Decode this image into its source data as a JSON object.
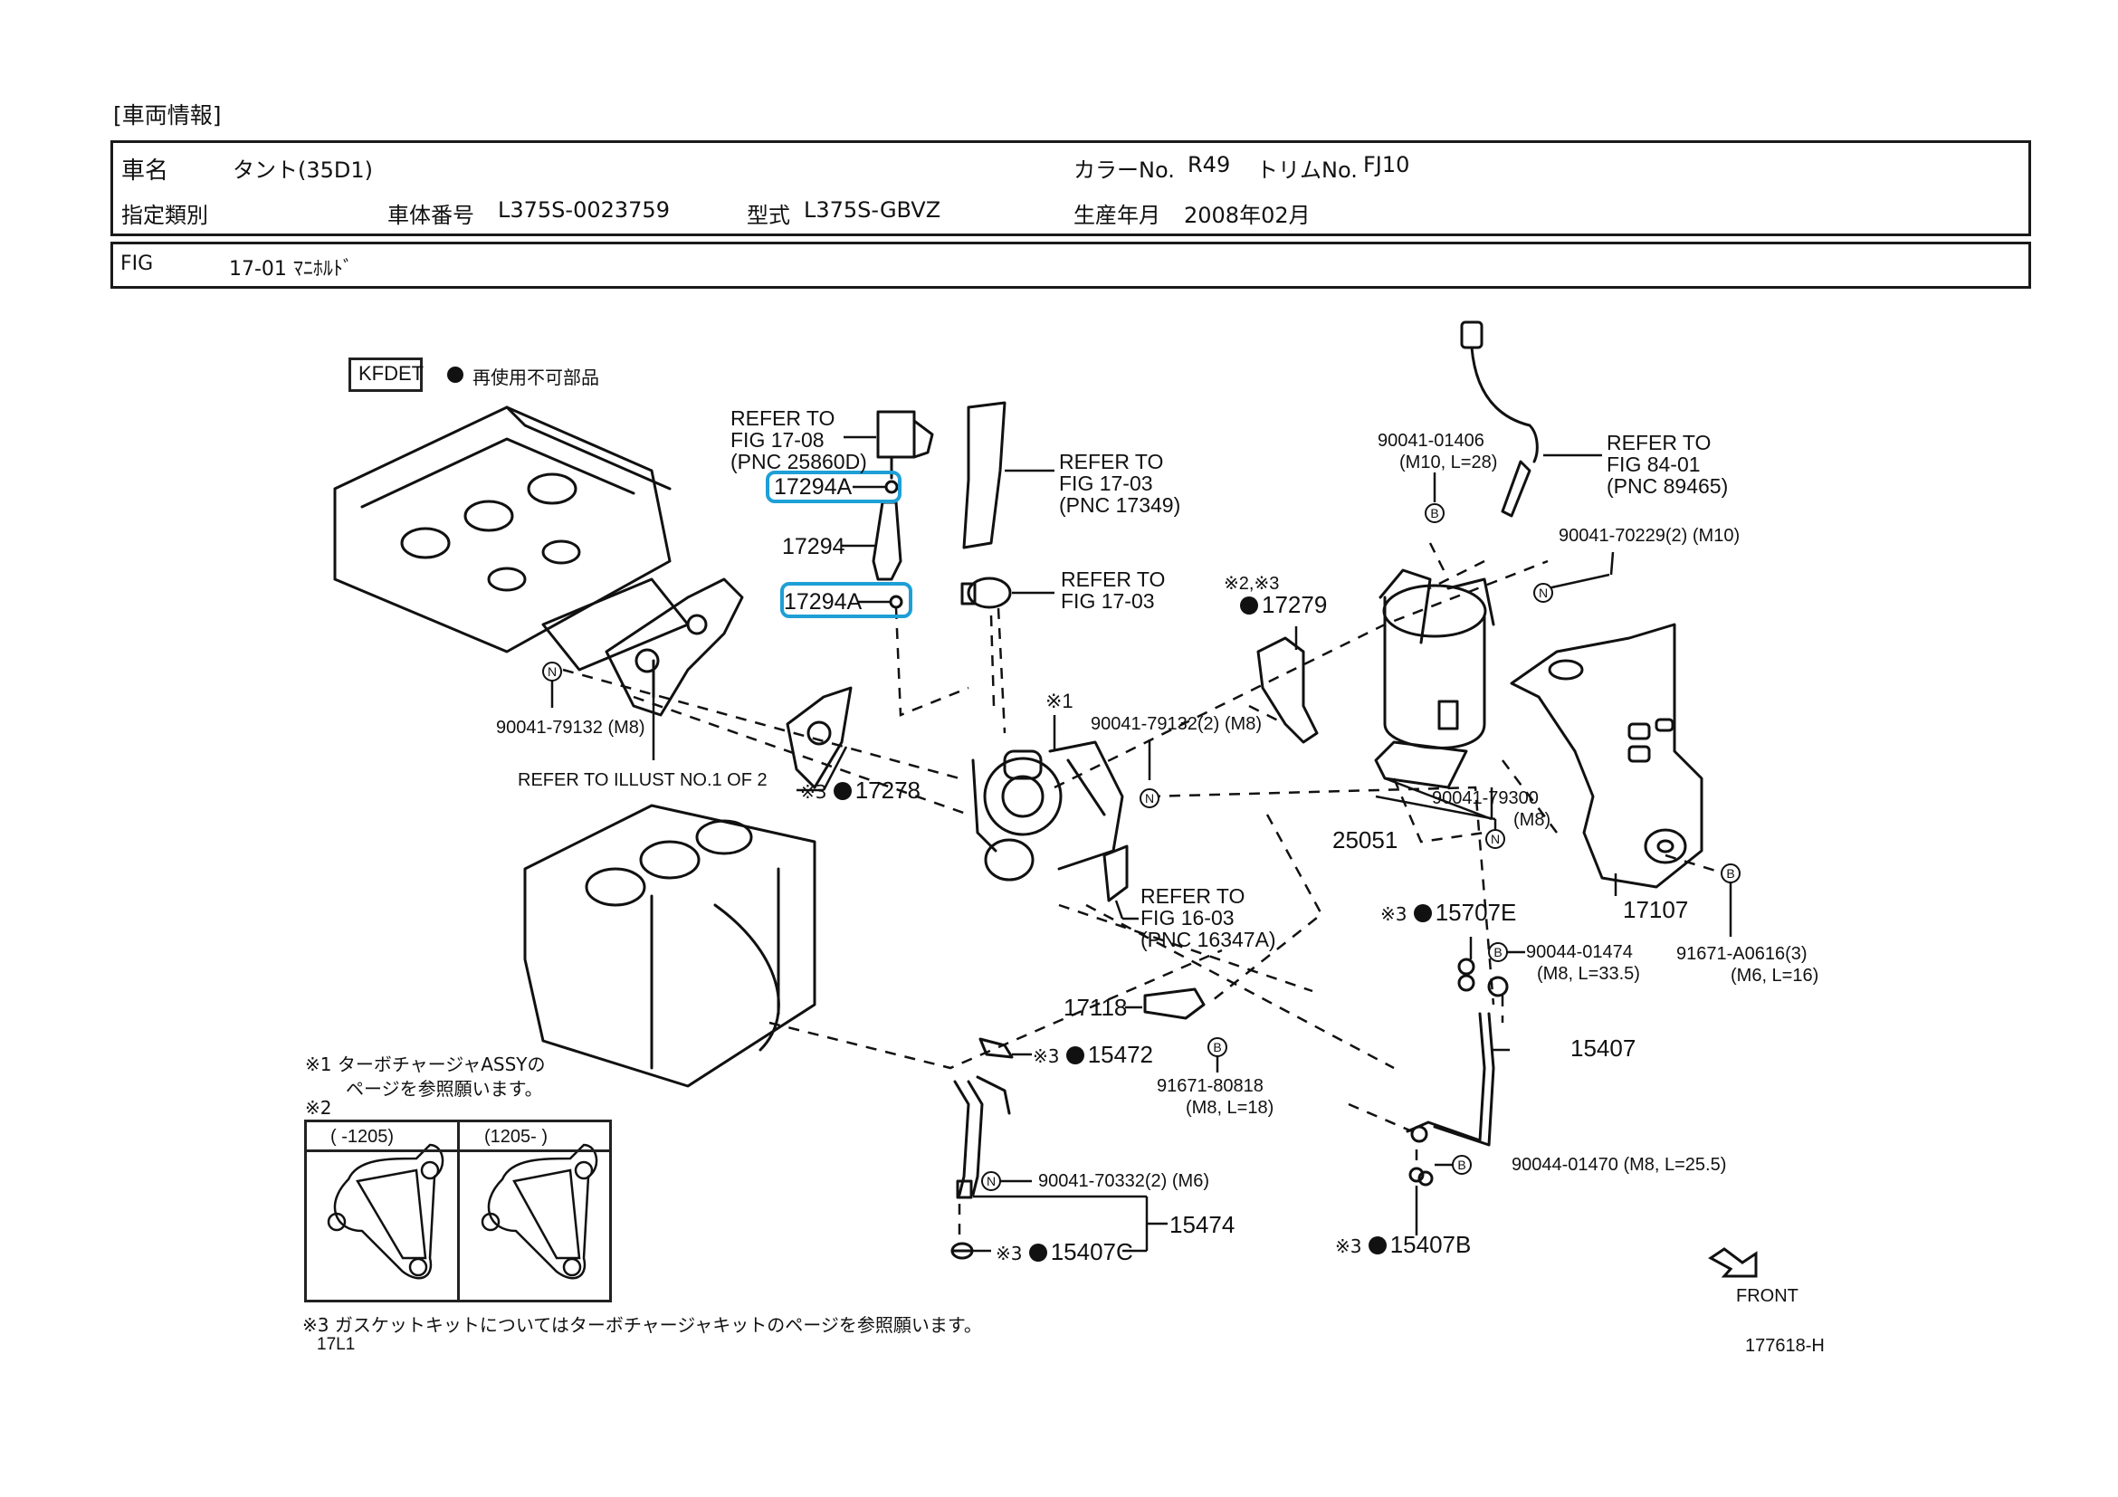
{
  "section_title": "[車両情報]",
  "vehicle": {
    "name_label": "車名",
    "name_value": "タント(35D1)",
    "color_label": "カラーNo.",
    "color_value": "R49",
    "trim_label": "トリムNo.",
    "trim_value": "FJ10",
    "designation_label": "指定類別",
    "chassis_label": "車体番号",
    "chassis_value": "L375S-0023759",
    "model_label": "型式",
    "model_value": "L375S-GBVZ",
    "production_label": "生産年月",
    "production_value": "2008年02月"
  },
  "figure": {
    "fig_label": "FIG",
    "fig_value": "17-01 ﾏﾆﾎﾙﾄﾞ"
  },
  "legend": {
    "engine_code": "KFDET",
    "non_reusable_label": "再使用不可部品"
  },
  "callouts": {
    "refer_1708": [
      "REFER TO",
      "FIG  17-08",
      "(PNC 25860D)"
    ],
    "p17294A_top": "17294A",
    "p17294": "17294",
    "p17294A_bottom": "17294A",
    "refer_1703_hose": [
      "REFER TO",
      "FIG  17-03",
      "(PNC 17349)"
    ],
    "refer_1703_clamp": [
      "REFER TO",
      "FIG  17-03"
    ],
    "p17279_note": "※2,※3",
    "p17279": "17279",
    "bolt_01406": [
      "90041-01406",
      "(M10, L=28)"
    ],
    "refer_8401": [
      "REFER TO",
      "FIG  84-01",
      "(PNC 89465)"
    ],
    "bolt_70229": "90041-70229(2)   (M10)",
    "bolt_79132_left": "90041-79132  (M8)",
    "refer_illust": "REFER TO ILLUST NO.1 OF 2",
    "p17278_note": "※3",
    "p17278": "17278",
    "turbo_note": "※1",
    "bolt_79132_2": "90041-79132(2)     (M8)",
    "p25051": "25051",
    "bolt_79300": [
      "90041-79300",
      "(M8)"
    ],
    "p17107": "17107",
    "refer_1603": [
      "REFER TO",
      "FIG  16-03",
      "(PNC 16347A)"
    ],
    "p15707E_note": "※3",
    "p15707E": "15707E",
    "bolt_01474": [
      "90044-01474",
      "(M8, L=33.5)"
    ],
    "bolt_A0616": [
      "91671-A0616(3)",
      "(M6, L=16)"
    ],
    "p17118": "17118",
    "bolt_80818": [
      "91671-80818",
      "(M8, L=18)"
    ],
    "p15472_note": "※3",
    "p15472": "15472",
    "p15407": "15407",
    "bolt_01470": "90044-01470  (M8, L=25.5)",
    "bolt_70332": "90041-70332(2)    (M6)",
    "p15474": "15474",
    "p15407C_note": "※3",
    "p15407C": "15407C",
    "p15407B_note": "※3",
    "p15407B": "15407B",
    "marker_N": "N",
    "marker_B": "B"
  },
  "notes": {
    "note1_line1": "※1 ターボチャージャASSYの",
    "note1_line2": "ページを参照願います。",
    "note2_label": "※2",
    "note2_col1": "(      -1205)",
    "note2_col2": "(1205-      )",
    "note3": "※3 ガスケットキットについてはターボチャージャキットのページを参照願います。",
    "code_17L1": "17L1"
  },
  "front_label": "FRONT",
  "drawing_id": "177618-H",
  "highlight_color": "#1e9fd6"
}
